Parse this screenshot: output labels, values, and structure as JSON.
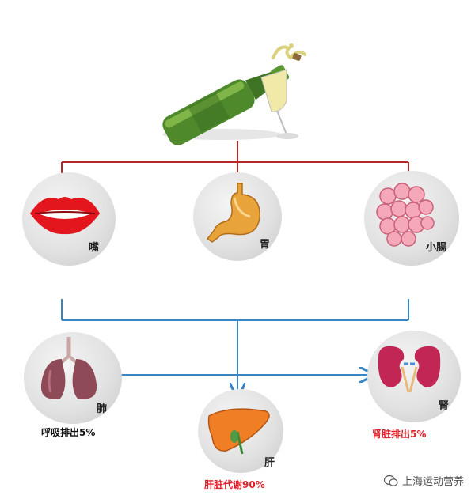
{
  "organs": {
    "mouth": {
      "label": "嘴"
    },
    "stomach": {
      "label": "胃"
    },
    "intestine": {
      "label": "小腸"
    },
    "lung": {
      "label": "肺",
      "share": "呼吸排出5%"
    },
    "liver": {
      "label": "肝",
      "share": "肝脏代谢90%"
    },
    "kidney": {
      "label": "腎",
      "share": "肾脏排出5%"
    }
  },
  "colors": {
    "top_connector": "#b5262b",
    "bottom_connector": "#3a85c4",
    "share_text_red": "#e0232b",
    "share_text_black": "#111111"
  },
  "watermark": {
    "text": "上海运动营养",
    "icon": "wechat-icon"
  }
}
